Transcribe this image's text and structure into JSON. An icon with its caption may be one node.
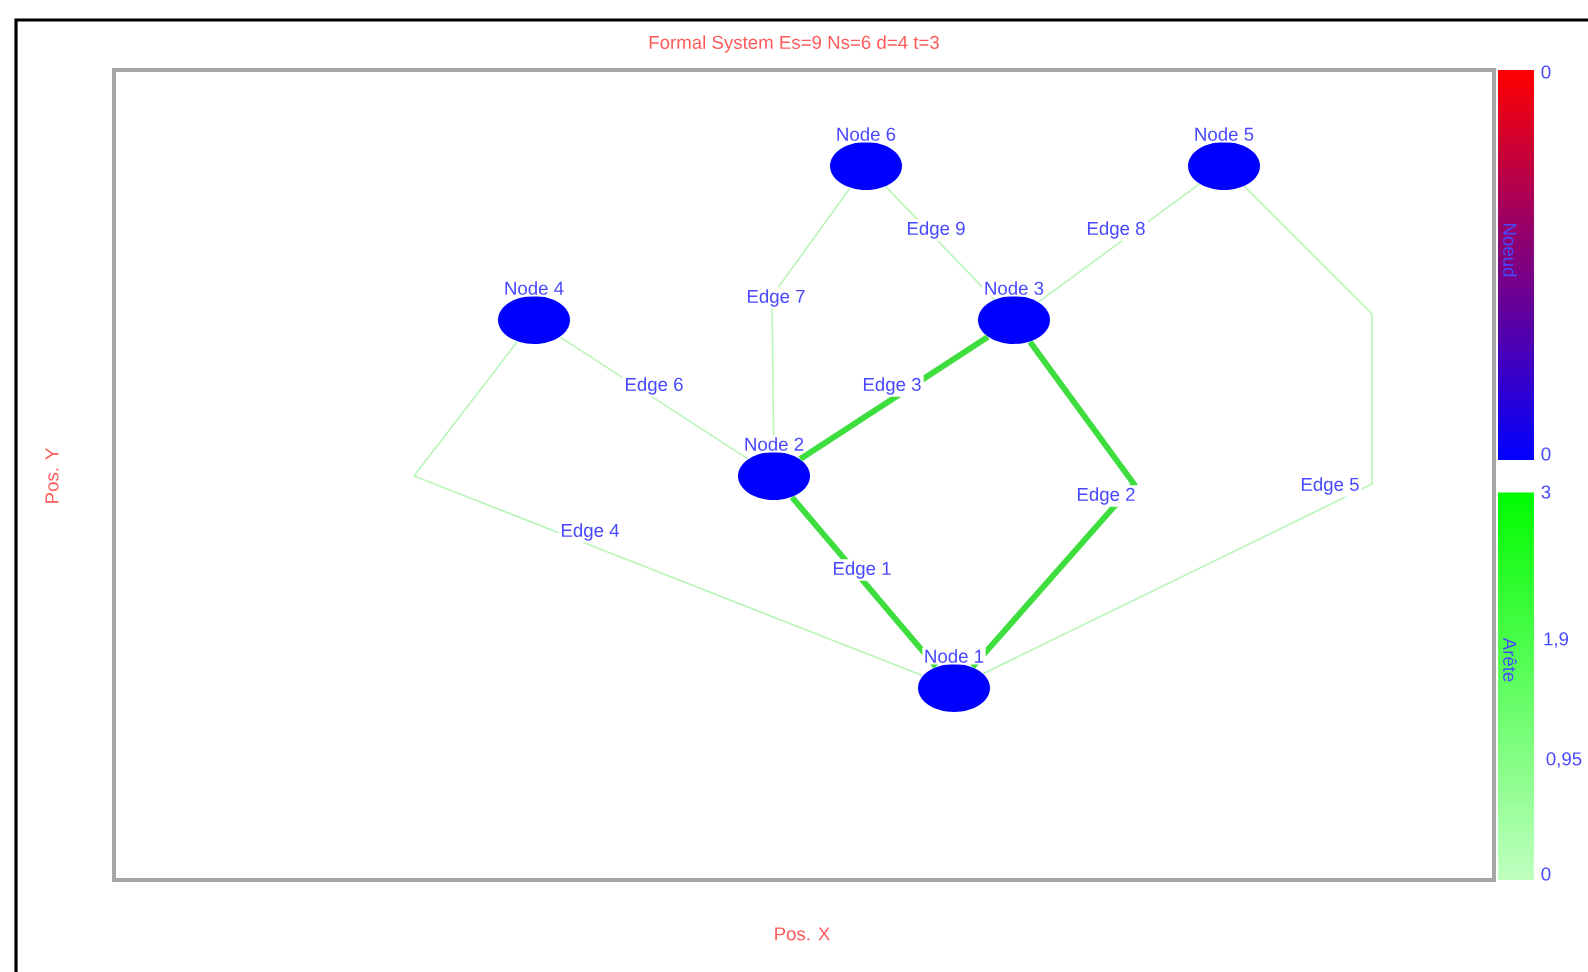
{
  "diagram": {
    "title": "Formal System  Es=9  Ns=6  d=4  t=3",
    "nodes": [
      {
        "text": [
          "Node 6"
        ]
      },
      {
        "text": [
          "Node 5"
        ]
      },
      {
        "text": [
          "Node 4"
        ]
      },
      {
        "text": [
          "Node 3"
        ]
      },
      {
        "text": [
          "Node 2"
        ]
      },
      {
        "text": [
          "Node 1"
        ]
      }
    ],
    "edges": [
      {
        "from": 4,
        "to": 5,
        "arrow": "none",
        "label": "Edge 1",
        "style": "thick",
        "color": "#3ede3e"
      },
      {
        "from": 3,
        "to": 5,
        "arrow": "none",
        "label": "Edge 2",
        "style": "thick",
        "color": "#3ede3e"
      },
      {
        "from": 4,
        "to": 3,
        "arrow": "none",
        "label": "Edge 3",
        "style": "thick",
        "color": "#3ede3e"
      },
      {
        "from": 2,
        "to": 5,
        "arrow": "none",
        "label": "Edge 4"
      },
      {
        "from": 1,
        "to": 5,
        "arrow": "none",
        "label": "Edge 5"
      },
      {
        "from": 2,
        "to": 4,
        "arrow": "none",
        "label": "Edge 6"
      },
      {
        "from": 0,
        "to": 4,
        "arrow": "none",
        "label": "Edge 7"
      },
      {
        "from": 1,
        "to": 3,
        "arrow": "none",
        "label": "Edge 8"
      },
      {
        "from": 0,
        "to": 3,
        "arrow": "none",
        "label": "Edge 9"
      }
    ],
    "labels": [
      "0",
      "Noeud",
      "0",
      "3",
      "Pos. Y",
      "Arête",
      "1,9",
      "0,95",
      "0",
      "Pos. X"
    ]
  }
}
